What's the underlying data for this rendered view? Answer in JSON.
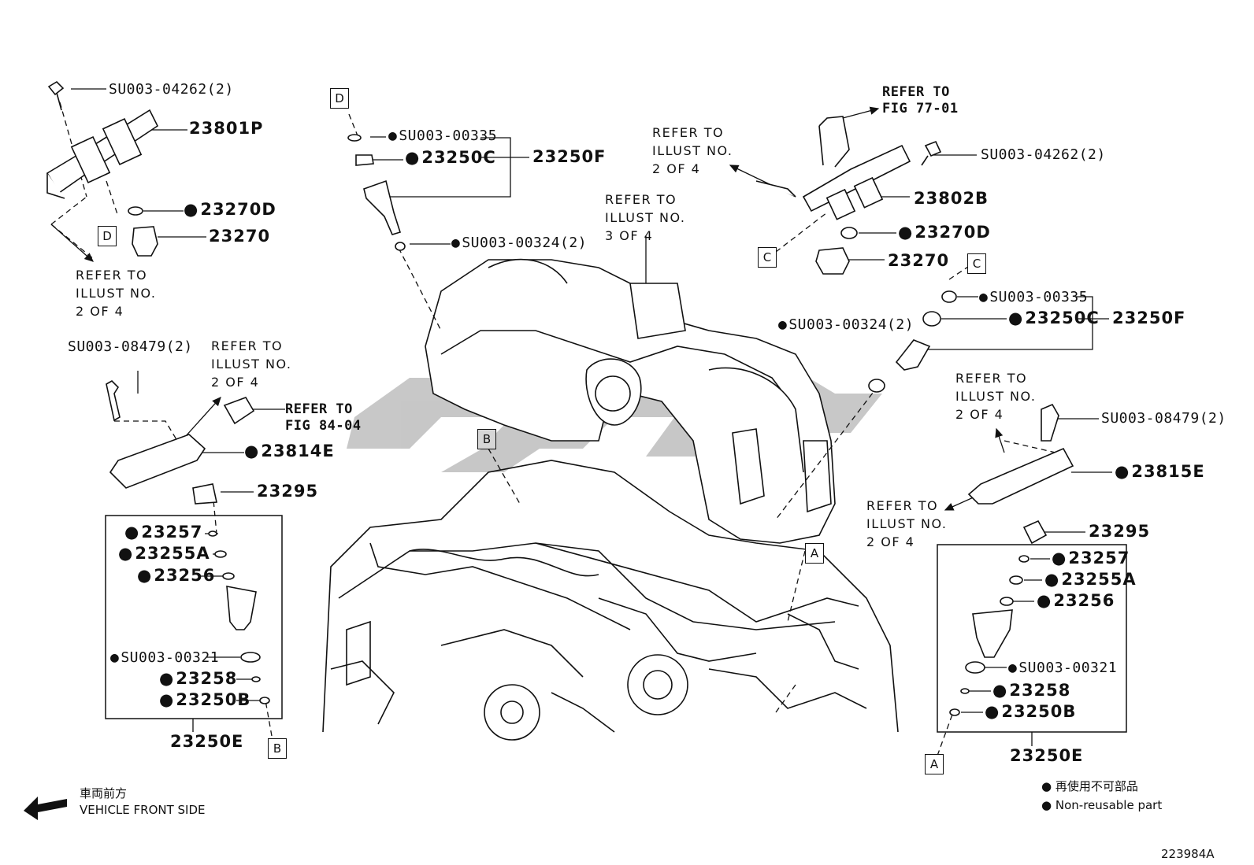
{
  "labels": {
    "su_04262_left": "SU003-04262(2)",
    "p23801P": "23801P",
    "p23270D_left": "23270D",
    "p23270_left": "23270",
    "su_00335_top": "SU003-00335",
    "p23250C_top": "23250C",
    "p23250F_top": "23250F",
    "su_00324_top": "SU003-00324(2)",
    "su_08479_left": "SU003-08479(2)",
    "p23814E": "23814E",
    "p23295_left": "23295",
    "p23257_left": "23257",
    "p23255A_left": "23255A",
    "p23256_left": "23256",
    "su_00321_left": "SU003-00321",
    "p23258_left": "23258",
    "p23250B_left": "23250B",
    "p23250E_left": "23250E",
    "su_04262_right": "SU003-04262(2)",
    "p23802B": "23802B",
    "p23270D_right": "23270D",
    "p23270_right": "23270",
    "su_00335_right": "SU003-00335",
    "p23250C_right": "23250C",
    "p23250F_right": "23250F",
    "su_00324_right": "SU003-00324(2)",
    "su_08479_right": "SU003-08479(2)",
    "p23815E": "23815E",
    "p23295_right": "23295",
    "p23257_right": "23257",
    "p23255A_right": "23255A",
    "p23256_right": "23256",
    "su_00321_right": "SU003-00321",
    "p23258_right": "23258",
    "p23250B_right": "23250B",
    "p23250E_right": "23250E"
  },
  "refs": {
    "illust_2_left_top": "REFER TO\nILLUST NO.\n2 OF 4",
    "illust_2_left_mid": "REFER TO\nILLUST NO.\n2 OF 4",
    "fig_84_04": "REFER TO\nFIG 84-04",
    "illust_3": "REFER TO\nILLUST NO.\n3 OF 4",
    "illust_2_top_right": "REFER TO\nILLUST NO.\n2 OF 4",
    "fig_77_01": "REFER TO\nFIG 77-01",
    "illust_2_right_mid": "REFER TO\nILLUST NO.\n2 OF 4",
    "illust_2_right_low": "REFER TO\nILLUST NO.\n2 OF 4"
  },
  "markers": {
    "d_top_left": "D",
    "d_left": "D",
    "c_top_right": "C",
    "c_right": "C",
    "b_center": "B",
    "b_left": "B",
    "a_center": "A",
    "a_right": "A"
  },
  "legend": {
    "line1": "再使用不可部品",
    "line2": "Non-reusable part"
  },
  "front": {
    "jp": "車両前方",
    "en": "VEHICLE FRONT SIDE"
  },
  "figure_number": "223984A",
  "icons": {
    "bullet": "filled-circle",
    "front_arrow": "arrow-left"
  }
}
